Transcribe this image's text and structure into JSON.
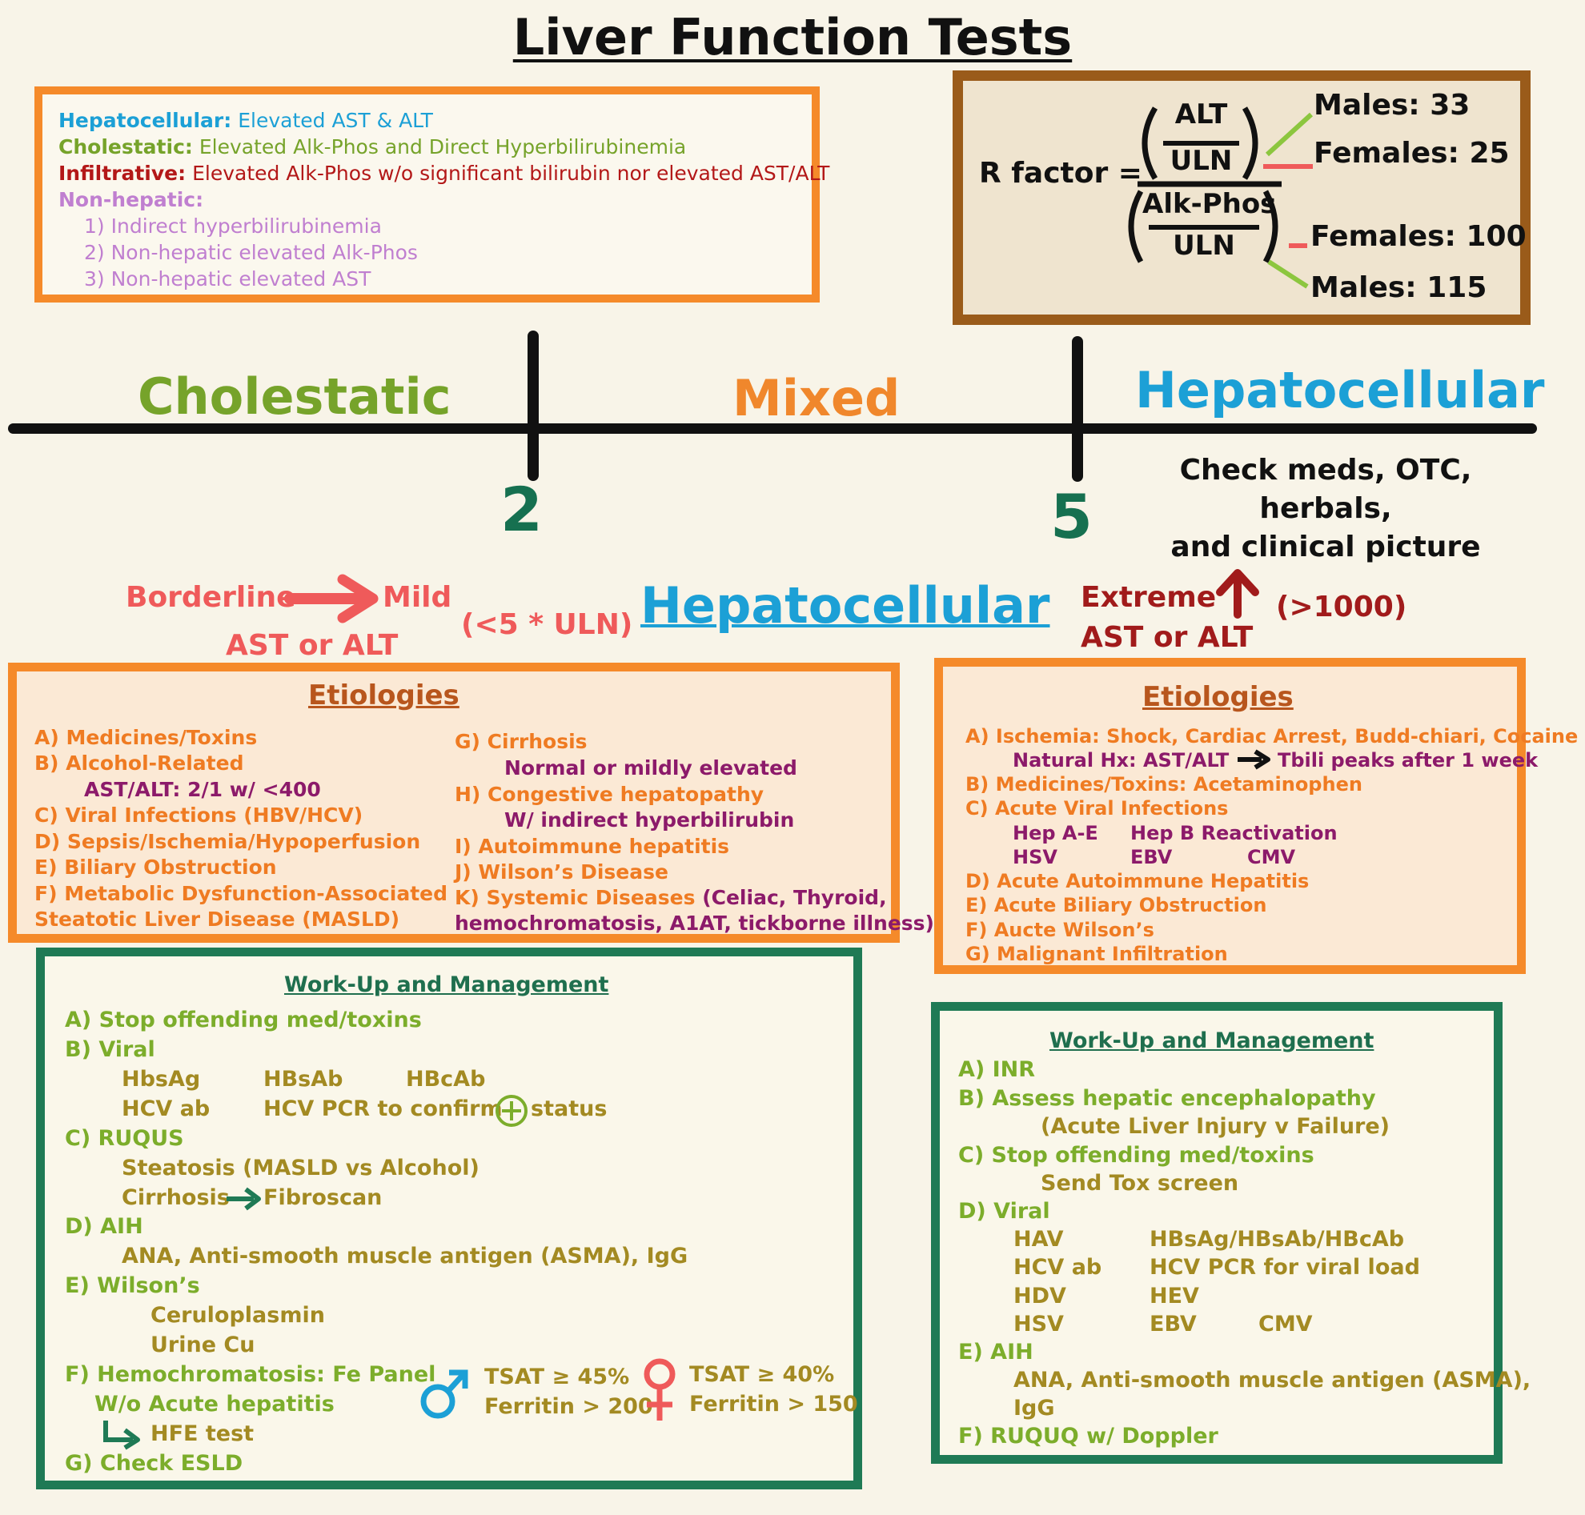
{
  "title": "Liver Function Tests",
  "definitions": {
    "hepatocellular_term": "Hepatocellular:",
    "hepatocellular_text": "Elevated AST & ALT",
    "cholestatic_term": "Cholestatic:",
    "cholestatic_text": "Elevated Alk-Phos and Direct Hyperbilirubinemia",
    "infiltrative_term": "Infiltrative:",
    "infiltrative_text": "Elevated Alk-Phos w/o significant bilirubin nor elevated AST/ALT",
    "nonhepatic_term": "Non-hepatic:",
    "nonhepatic_items": [
      "1) Indirect hyperbilirubinemia",
      "2) Non-hepatic elevated Alk-Phos",
      "3) Non-hepatic elevated AST"
    ]
  },
  "r_factor": {
    "label": "R factor =",
    "num_top": "ALT",
    "num_bottom": "ULN",
    "den_top": "Alk-Phos",
    "den_bottom": "ULN",
    "alt_males": "Males: 33",
    "alt_females": "Females: 25",
    "alk_females": "Females: 100",
    "alk_males": "Males: 115"
  },
  "scale": {
    "cholestatic": "Cholestatic",
    "mixed": "Mixed",
    "hepatocellular": "Hepatocellular",
    "tick_1": "2",
    "tick_2": "5",
    "note_line1": "Check meds, OTC, herbals,",
    "note_line2": "and clinical picture"
  },
  "severity": {
    "borderline": "Borderline",
    "mild": "Mild",
    "ast_alt_left": "AST or ALT",
    "uln_limit": "(<5 * ULN)",
    "hepatocellular_heading": "Hepatocellular",
    "extreme": "Extreme",
    "ast_alt_right": "AST or ALT",
    "extreme_limit": "(>1000)"
  },
  "colors": {
    "orange": "#f58a2a",
    "green_border": "#1f7a55",
    "brown_border": "#9a5b1a",
    "hepatocellular_blue": "#1ca0d6",
    "cholestatic_green": "#76a32a",
    "mixed_orange": "#f0872c",
    "coral": "#ef5a5a",
    "dark_red": "#a11b1b"
  },
  "etiologies_left": {
    "title": "Etiologies",
    "a": "A) Medicines/Toxins",
    "b": "B) Alcohol-Related",
    "b_sub": "AST/ALT: 2/1 w/ <400",
    "c": "C) Viral Infections (HBV/HCV)",
    "d": "D) Sepsis/Ischemia/Hypoperfusion",
    "e": "E) Biliary Obstruction",
    "f1": "F) Metabolic Dysfunction-Associated",
    "f2": "Steatotic Liver Disease (MASLD)",
    "g": "G) Cirrhosis",
    "g_sub": "Normal or mildly elevated",
    "h": "H) Congestive hepatopathy",
    "h_sub": "W/ indirect hyperbilirubin",
    "i": "I) Autoimmune hepatitis",
    "j": "J) Wilson’s Disease",
    "k1a": "K) Systemic Diseases",
    "k1b": "(Celiac, Thyroid,",
    "k2": "hemochromatosis, A1AT, tickborne illness)"
  },
  "etiologies_right": {
    "title": "Etiologies",
    "a": "A) Ischemia: Shock, Cardiac Arrest, Budd-chiari, Cocaine",
    "a_sub_left": "Natural Hx: AST/ALT",
    "a_sub_right": "Tbili peaks after 1 week",
    "b": "B) Medicines/Toxins: Acetaminophen",
    "c": "C) Acute Viral Infections",
    "c_hep_ae": "Hep A-E",
    "c_hepb": "Hep B Reactivation",
    "c_hsv": "HSV",
    "c_ebv": "EBV",
    "c_cmv": "CMV",
    "d": "D) Acute Autoimmune Hepatitis",
    "e": "E) Acute Biliary Obstruction",
    "f": "F) Aucte Wilson’s",
    "g": "G) Malignant Infiltration"
  },
  "workup_left": {
    "title": "Work-Up and Management",
    "a": "A) Stop offending med/toxins",
    "b": "B) Viral",
    "hbsag": "HbsAg",
    "hbsab": "HBsAb",
    "hbcab": "HBcAb",
    "hcvab": "HCV ab",
    "hcvpcr": "HCV PCR to confirm",
    "status": "status",
    "c": "C) RUQUS",
    "steatosis": "Steatosis (MASLD vs Alcohol)",
    "cirrhosis": "Cirrhosis",
    "fibroscan": "Fibroscan",
    "d": "D) AIH",
    "aih_tests": "ANA, Anti-smooth muscle antigen (ASMA), IgG",
    "e": "E) Wilson’s",
    "cerulo": "Ceruloplasmin",
    "urine": "Urine Cu",
    "f": "F) Hemochromatosis: Fe Panel",
    "f_sub": "W/o Acute hepatitis",
    "hfe": "HFE test",
    "male_tsat": "TSAT ≥ 45%",
    "male_ferritin": "Ferritin > 200",
    "female_tsat": "TSAT ≥ 40%",
    "female_ferritin": "Ferritin > 150",
    "g": "G) Check ESLD"
  },
  "workup_right": {
    "title": "Work-Up and Management",
    "a": "A) INR",
    "b": "B) Assess hepatic encephalopathy",
    "b_sub": "(Acute Liver Injury v Failure)",
    "c": "C) Stop offending med/toxins",
    "c_sub": "Send Tox screen",
    "d": "D) Viral",
    "hav": "HAV",
    "hbs": "HBsAg/HBsAb/HBcAb",
    "hcvab": "HCV ab",
    "hcvpcr": "HCV PCR for viral load",
    "hdv": "HDV",
    "hev": "HEV",
    "hsv": "HSV",
    "ebv": "EBV",
    "cmv": "CMV",
    "e": "E) AIH",
    "aih1": "ANA, Anti-smooth muscle antigen (ASMA),",
    "aih2": "IgG",
    "f": "F) RUQUQ w/ Doppler"
  }
}
